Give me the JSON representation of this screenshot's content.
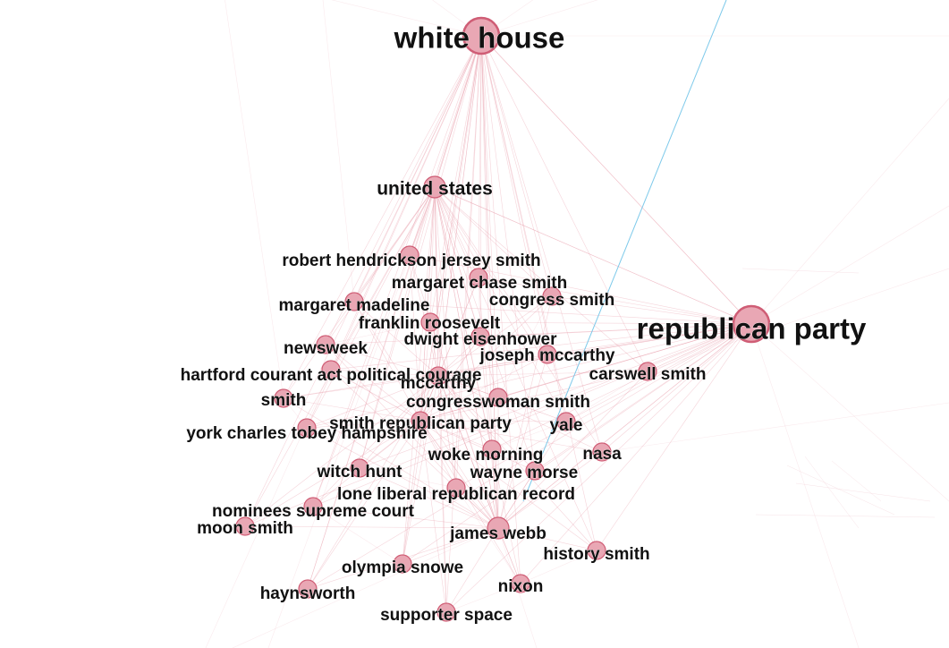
{
  "graph": {
    "nodes": [
      {
        "id": "white-house",
        "label": "white house"
      },
      {
        "id": "republican-party",
        "label": "republican party"
      },
      {
        "id": "united-states",
        "label": "united states"
      },
      {
        "id": "robert-hendrickson",
        "label": "robert hendrickson jersey smith"
      },
      {
        "id": "margaret-chase-smith",
        "label": "margaret chase smith"
      },
      {
        "id": "congress-smith",
        "label": "congress smith"
      },
      {
        "id": "margaret-madeline",
        "label": "margaret madeline"
      },
      {
        "id": "franklin-roosevelt",
        "label": "franklin roosevelt"
      },
      {
        "id": "dwight-eisenhower",
        "label": "dwight eisenhower"
      },
      {
        "id": "newsweek",
        "label": "newsweek"
      },
      {
        "id": "joseph-mccarthy",
        "label": "joseph mccarthy"
      },
      {
        "id": "carswell-smith",
        "label": "carswell smith"
      },
      {
        "id": "hartford-courant",
        "label": "hartford courant act political courage"
      },
      {
        "id": "mccarthy",
        "label": "mccarthy"
      },
      {
        "id": "smith",
        "label": "smith"
      },
      {
        "id": "congresswoman-smith",
        "label": "congresswoman smith"
      },
      {
        "id": "smith-republican-party",
        "label": "smith republican party"
      },
      {
        "id": "yale",
        "label": "yale"
      },
      {
        "id": "york-charles-tobey",
        "label": "york charles tobey hampshire"
      },
      {
        "id": "woke-morning",
        "label": "woke morning"
      },
      {
        "id": "nasa",
        "label": "nasa"
      },
      {
        "id": "witch-hunt",
        "label": "witch hunt"
      },
      {
        "id": "wayne-morse",
        "label": "wayne morse"
      },
      {
        "id": "lone-liberal",
        "label": "lone liberal republican record"
      },
      {
        "id": "nominees-supreme-court",
        "label": "nominees supreme court"
      },
      {
        "id": "moon-smith",
        "label": "moon smith"
      },
      {
        "id": "james-webb",
        "label": "james webb"
      },
      {
        "id": "history-smith",
        "label": "history smith"
      },
      {
        "id": "olympia-snowe",
        "label": "olympia snowe"
      },
      {
        "id": "nixon",
        "label": "nixon"
      },
      {
        "id": "haynsworth",
        "label": "haynsworth"
      },
      {
        "id": "supporter-space",
        "label": "supporter space"
      }
    ]
  },
  "colors": {
    "node_fill": "#e9a7b4",
    "node_stroke": "#cf5d75",
    "edge": "#e8a0ae",
    "highlight_edge": "#6fc3e8"
  }
}
